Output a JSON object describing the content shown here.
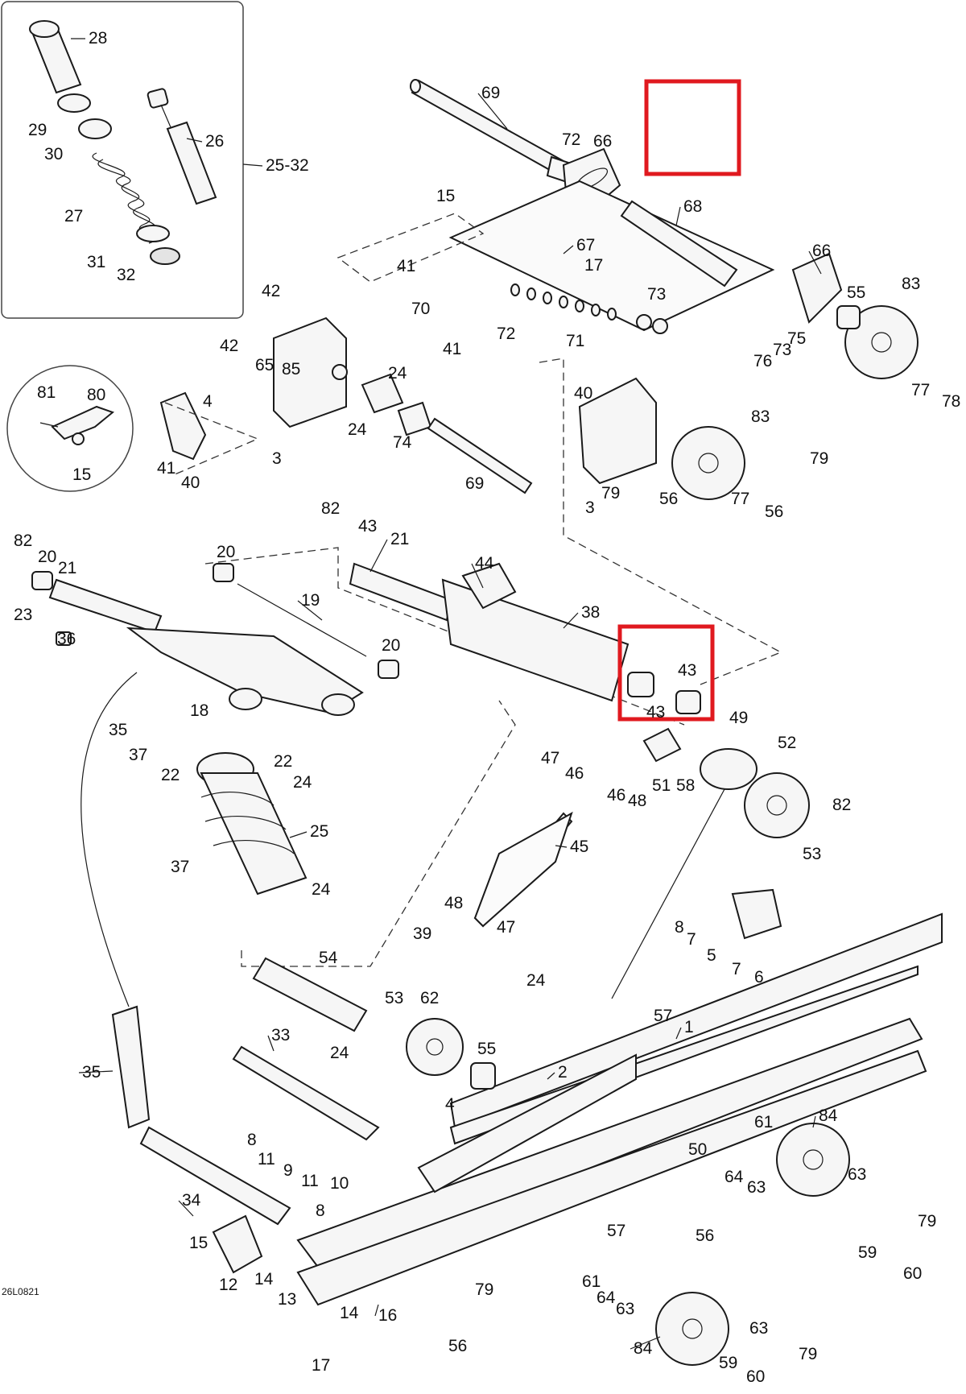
{
  "diagram": {
    "drawing_code": "26L0821",
    "highlight_color": "#e0191f",
    "callouts": [
      {
        "id": "c28",
        "label": "28"
      },
      {
        "id": "c26",
        "label": "26"
      },
      {
        "id": "c29",
        "label": "29"
      },
      {
        "id": "c30",
        "label": "30"
      },
      {
        "id": "c27",
        "label": "27"
      },
      {
        "id": "c31",
        "label": "31"
      },
      {
        "id": "c32",
        "label": "32"
      },
      {
        "id": "c25-32",
        "label": "25-32"
      },
      {
        "id": "c69a",
        "label": "69"
      },
      {
        "id": "c72a",
        "label": "72"
      },
      {
        "id": "c66a",
        "label": "66"
      },
      {
        "id": "c68",
        "label": "68"
      },
      {
        "id": "c15a",
        "label": "15"
      },
      {
        "id": "c67",
        "label": "67"
      },
      {
        "id": "c17a",
        "label": "17"
      },
      {
        "id": "c41a",
        "label": "41"
      },
      {
        "id": "c66b",
        "label": "66"
      },
      {
        "id": "c83a",
        "label": "83"
      },
      {
        "id": "c55a",
        "label": "55"
      },
      {
        "id": "c42a",
        "label": "42"
      },
      {
        "id": "c70",
        "label": "70"
      },
      {
        "id": "c73a",
        "label": "73"
      },
      {
        "id": "c72b",
        "label": "72"
      },
      {
        "id": "c71",
        "label": "71"
      },
      {
        "id": "c41b",
        "label": "41"
      },
      {
        "id": "c75",
        "label": "75"
      },
      {
        "id": "c42b",
        "label": "42"
      },
      {
        "id": "c65",
        "label": "65"
      },
      {
        "id": "c85",
        "label": "85"
      },
      {
        "id": "c24a",
        "label": "24"
      },
      {
        "id": "c76",
        "label": "76"
      },
      {
        "id": "c73b",
        "label": "73"
      },
      {
        "id": "c77a",
        "label": "77"
      },
      {
        "id": "c78",
        "label": "78"
      },
      {
        "id": "c81",
        "label": "81"
      },
      {
        "id": "c80",
        "label": "80"
      },
      {
        "id": "c15b",
        "label": "15"
      },
      {
        "id": "c4a",
        "label": "4"
      },
      {
        "id": "c24b",
        "label": "24"
      },
      {
        "id": "c74",
        "label": "74"
      },
      {
        "id": "c40a",
        "label": "40"
      },
      {
        "id": "c83b",
        "label": "83"
      },
      {
        "id": "c79a",
        "label": "79"
      },
      {
        "id": "c3a",
        "label": "3"
      },
      {
        "id": "c41c",
        "label": "41"
      },
      {
        "id": "c40b",
        "label": "40"
      },
      {
        "id": "c69b",
        "label": "69"
      },
      {
        "id": "c79b",
        "label": "79"
      },
      {
        "id": "c3b",
        "label": "3"
      },
      {
        "id": "c56a",
        "label": "56"
      },
      {
        "id": "c77b",
        "label": "77"
      },
      {
        "id": "c56b",
        "label": "56"
      },
      {
        "id": "c82a",
        "label": "82"
      },
      {
        "id": "c43a",
        "label": "43"
      },
      {
        "id": "c21a",
        "label": "21"
      },
      {
        "id": "c44",
        "label": "44"
      },
      {
        "id": "c82b",
        "label": "82"
      },
      {
        "id": "c20a",
        "label": "20"
      },
      {
        "id": "c21b",
        "label": "21"
      },
      {
        "id": "c20b",
        "label": "20"
      },
      {
        "id": "c19",
        "label": "19"
      },
      {
        "id": "c38",
        "label": "38"
      },
      {
        "id": "c23",
        "label": "23"
      },
      {
        "id": "c36",
        "label": "36"
      },
      {
        "id": "c20c",
        "label": "20"
      },
      {
        "id": "c43b",
        "label": "43"
      },
      {
        "id": "c18",
        "label": "18"
      },
      {
        "id": "c43c",
        "label": "43"
      },
      {
        "id": "c49",
        "label": "49"
      },
      {
        "id": "c35a",
        "label": "35"
      },
      {
        "id": "c37a",
        "label": "37"
      },
      {
        "id": "c22a",
        "label": "22"
      },
      {
        "id": "c22b",
        "label": "22"
      },
      {
        "id": "c47a",
        "label": "47"
      },
      {
        "id": "c52",
        "label": "52"
      },
      {
        "id": "c46a",
        "label": "46"
      },
      {
        "id": "c24c",
        "label": "24"
      },
      {
        "id": "c51",
        "label": "51"
      },
      {
        "id": "c58",
        "label": "58"
      },
      {
        "id": "c46b",
        "label": "46"
      },
      {
        "id": "c48a",
        "label": "48"
      },
      {
        "id": "c82c",
        "label": "82"
      },
      {
        "id": "c25",
        "label": "25"
      },
      {
        "id": "c53a",
        "label": "53"
      },
      {
        "id": "c45",
        "label": "45"
      },
      {
        "id": "c37b",
        "label": "37"
      },
      {
        "id": "c24d",
        "label": "24"
      },
      {
        "id": "c48b",
        "label": "48"
      },
      {
        "id": "c8a",
        "label": "8"
      },
      {
        "id": "c7a",
        "label": "7"
      },
      {
        "id": "c39",
        "label": "39"
      },
      {
        "id": "c47b",
        "label": "47"
      },
      {
        "id": "c5",
        "label": "5"
      },
      {
        "id": "c54",
        "label": "54"
      },
      {
        "id": "c7b",
        "label": "7"
      },
      {
        "id": "c6",
        "label": "6"
      },
      {
        "id": "c24e",
        "label": "24"
      },
      {
        "id": "c53b",
        "label": "53"
      },
      {
        "id": "c62",
        "label": "62"
      },
      {
        "id": "c57a",
        "label": "57"
      },
      {
        "id": "c1",
        "label": "1"
      },
      {
        "id": "c33",
        "label": "33"
      },
      {
        "id": "c24f",
        "label": "24"
      },
      {
        "id": "c55b",
        "label": "55"
      },
      {
        "id": "c35b",
        "label": "35"
      },
      {
        "id": "c2",
        "label": "2"
      },
      {
        "id": "c4b",
        "label": "4"
      },
      {
        "id": "c84a",
        "label": "84"
      },
      {
        "id": "c61a",
        "label": "61"
      },
      {
        "id": "c8b",
        "label": "8"
      },
      {
        "id": "c11a",
        "label": "11"
      },
      {
        "id": "c50",
        "label": "50"
      },
      {
        "id": "c9",
        "label": "9"
      },
      {
        "id": "c11b",
        "label": "11"
      },
      {
        "id": "c64a",
        "label": "64"
      },
      {
        "id": "c63a",
        "label": "63"
      },
      {
        "id": "c63b",
        "label": "63"
      },
      {
        "id": "c10",
        "label": "10"
      },
      {
        "id": "c34",
        "label": "34"
      },
      {
        "id": "c8c",
        "label": "8"
      },
      {
        "id": "c56c",
        "label": "56"
      },
      {
        "id": "c79c",
        "label": "79"
      },
      {
        "id": "c15c",
        "label": "15"
      },
      {
        "id": "c57b",
        "label": "57"
      },
      {
        "id": "c59a",
        "label": "59"
      },
      {
        "id": "c12",
        "label": "12"
      },
      {
        "id": "c14a",
        "label": "14"
      },
      {
        "id": "c60a",
        "label": "60"
      },
      {
        "id": "c61b",
        "label": "61"
      },
      {
        "id": "c13",
        "label": "13"
      },
      {
        "id": "c79d",
        "label": "79"
      },
      {
        "id": "c64b",
        "label": "64"
      },
      {
        "id": "c63c",
        "label": "63"
      },
      {
        "id": "c14b",
        "label": "14"
      },
      {
        "id": "c16",
        "label": "16"
      },
      {
        "id": "c56d",
        "label": "56"
      },
      {
        "id": "c63d",
        "label": "63"
      },
      {
        "id": "c84b",
        "label": "84"
      },
      {
        "id": "c79e",
        "label": "79"
      },
      {
        "id": "c17b",
        "label": "17"
      },
      {
        "id": "c59b",
        "label": "59"
      },
      {
        "id": "c60b",
        "label": "60"
      }
    ]
  }
}
